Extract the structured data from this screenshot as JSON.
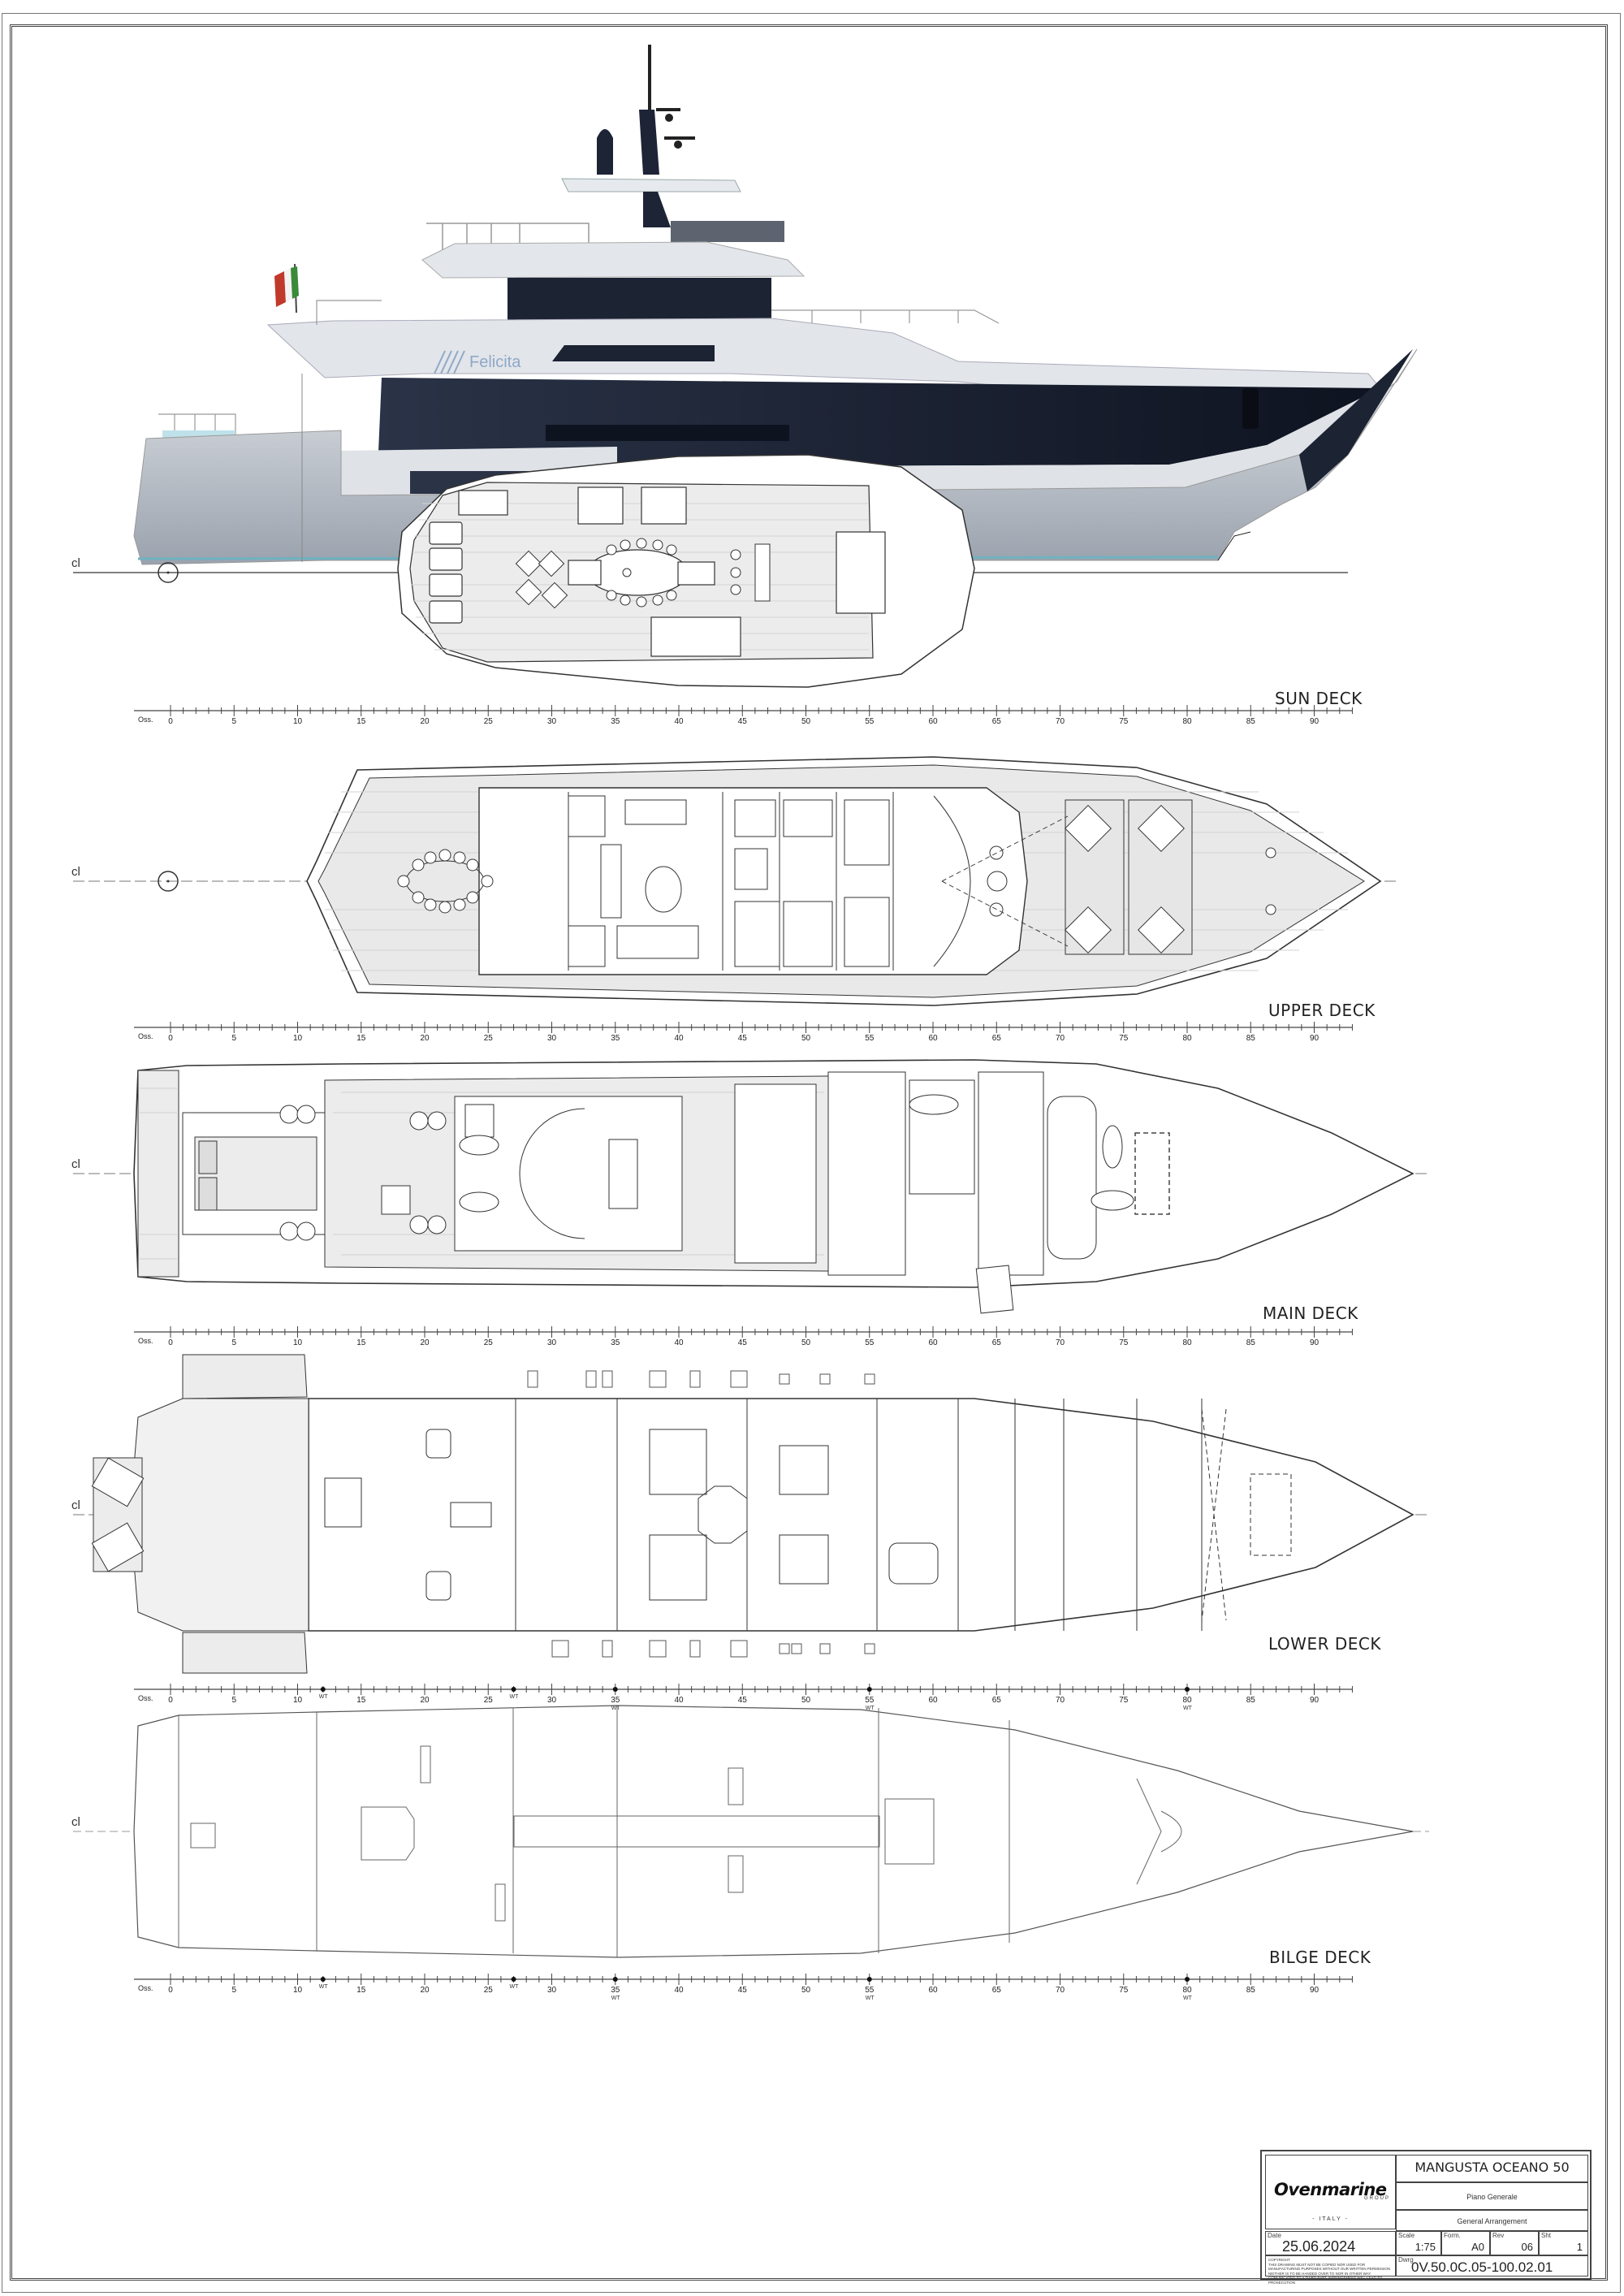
{
  "drawing": {
    "vessel_name_on_hull": "Felicita",
    "centerline_label": "cl",
    "frame_label": "Oss."
  },
  "decks": [
    {
      "id": "sun",
      "label": "SUN DECK"
    },
    {
      "id": "upper",
      "label": "UPPER DECK"
    },
    {
      "id": "main",
      "label": "MAIN DECK"
    },
    {
      "id": "lower",
      "label": "LOWER DECK"
    },
    {
      "id": "bilge",
      "label": "BILGE DECK"
    }
  ],
  "frame_scale": {
    "ticks": [
      "0",
      "5",
      "10",
      "15",
      "20",
      "25",
      "30",
      "35",
      "40",
      "45",
      "50",
      "55",
      "60",
      "65",
      "70",
      "75",
      "80",
      "85",
      "90"
    ],
    "watertight_label": "WT",
    "watertight_frames": [
      "12",
      "27",
      "35",
      "55",
      "80"
    ]
  },
  "side_view": {
    "colors": {
      "hull_light": "#d9dde2",
      "hull_dark": "#1c2333",
      "waterline": "#6fb2c0",
      "flag_green": "#3a8a3a",
      "flag_red": "#c0392b"
    }
  },
  "title_block": {
    "company": "Ovenmarine",
    "company_group": "GROUP",
    "company_country": "- ITALY -",
    "project": "MANGUSTA OCEANO 50",
    "title_it": "Piano Generale",
    "title_en": "General Arrangement",
    "date_label": "Date",
    "date": "25.06.2024",
    "scale_label": "Scale",
    "scale": "1:75",
    "format_label": "Form.",
    "format": "A0",
    "rev_label": "Rev",
    "rev": "06",
    "sheet_label": "Sht",
    "sheet": "1",
    "copyright_title": "COPYRIGHT",
    "copyright_text": "THIS DRAWING MUST NOT BE COPIED NOR USED FOR MANUFACTURING PURPOSES WITHOUT OUR WRITTEN PERMISSION NEITHER IS TO BE HANDED OVER TO NOR IN OTHER WAY COMUNICATED TO A THIRD PART. INFRINGEMENT WILL LEAD TO PROSECUTION",
    "dwg_label": "Dwrg",
    "dwg_number": "0V.50.0C.05-100.02.01"
  }
}
